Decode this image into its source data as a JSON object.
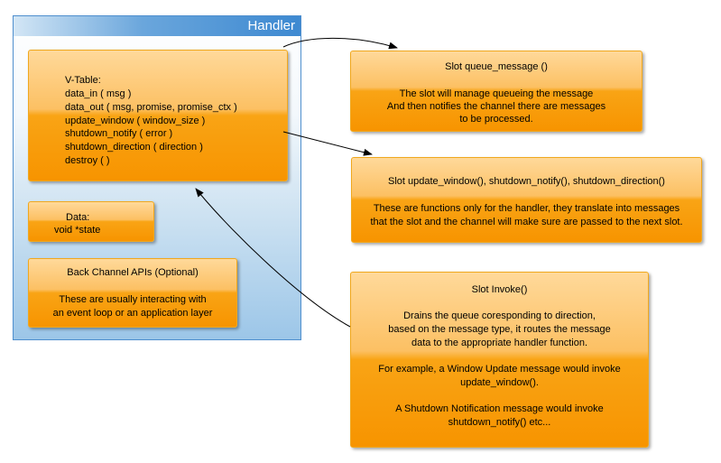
{
  "handler": {
    "title": "Handler"
  },
  "vtable": {
    "lines": [
      "V-Table:",
      "data_in ( msg )",
      "data_out ( msg, promise, promise_ctx )",
      "update_window ( window_size )",
      "shutdown_notify ( error )",
      "shutdown_direction ( direction )",
      "destroy ( )"
    ]
  },
  "data_box": {
    "lines": [
      "Data:",
      "void *state"
    ]
  },
  "back_channel": {
    "title": "Back Channel APIs (Optional)",
    "lines": [
      "These are usually interacting with",
      "an event loop or an application layer"
    ]
  },
  "slot_queue": {
    "title": "Slot queue_message ()",
    "lines": [
      "The slot will manage queueing the message",
      "And then notifies the channel there are messages",
      "to be processed."
    ]
  },
  "slot_update": {
    "title": "Slot update_window(), shutdown_notify(), shutdown_direction()",
    "lines": [
      "These are functions only for the handler, they translate into messages",
      "that the slot and the channel will make sure are passed to the next slot."
    ]
  },
  "slot_invoke": {
    "title": "Slot Invoke()",
    "lines": [
      "Drains the queue coresponding to direction,",
      "based on the message type, it routes the message",
      "data to the appropriate handler function.",
      "For example, a Window Update message would invoke",
      "update_window().",
      "A Shutdown Notification message would invoke",
      "shutdown_notify() etc..."
    ]
  }
}
